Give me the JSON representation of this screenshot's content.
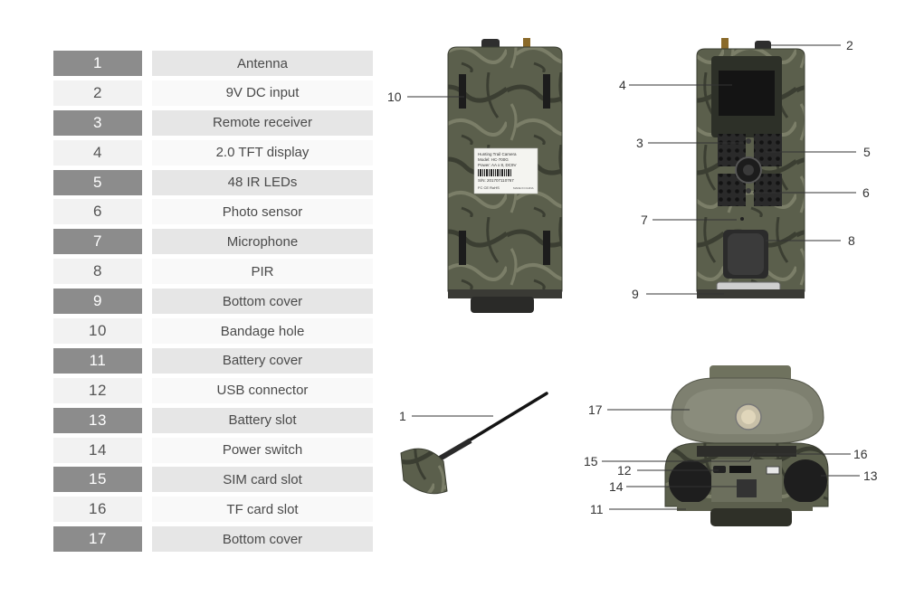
{
  "parts": [
    {
      "number": "1",
      "name": "Antenna"
    },
    {
      "number": "2",
      "name": "9V DC input"
    },
    {
      "number": "3",
      "name": "Remote receiver"
    },
    {
      "number": "4",
      "name": "2.0 TFT display"
    },
    {
      "number": "5",
      "name": "48 IR LEDs"
    },
    {
      "number": "6",
      "name": "Photo sensor"
    },
    {
      "number": "7",
      "name": "Microphone"
    },
    {
      "number": "8",
      "name": "PIR"
    },
    {
      "number": "9",
      "name": "Bottom cover"
    },
    {
      "number": "10",
      "name": "Bandage hole"
    },
    {
      "number": "11",
      "name": "Battery cover"
    },
    {
      "number": "12",
      "name": "USB connector"
    },
    {
      "number": "13",
      "name": "Battery slot"
    },
    {
      "number": "14",
      "name": "Power switch"
    },
    {
      "number": "15",
      "name": "SIM card slot"
    },
    {
      "number": "16",
      "name": "TF card slot"
    },
    {
      "number": "17",
      "name": "Bottom cover"
    }
  ],
  "camera_label": {
    "line1": "Hunting Trail Camera",
    "line2": "Model: HC-700G",
    "line3": "Power: AA x 8, DC9V",
    "serial": "S/N: 201707110767",
    "marks": "FC  CE  RoHS",
    "origin": "MADE IN CHINA"
  },
  "colors": {
    "legend_dark": "#8c8c8c",
    "legend_light": "#f2f2f2",
    "camo_base": "#5b5f4c",
    "camo_light": "#7b7e68",
    "camo_dark": "#3b3e32"
  }
}
